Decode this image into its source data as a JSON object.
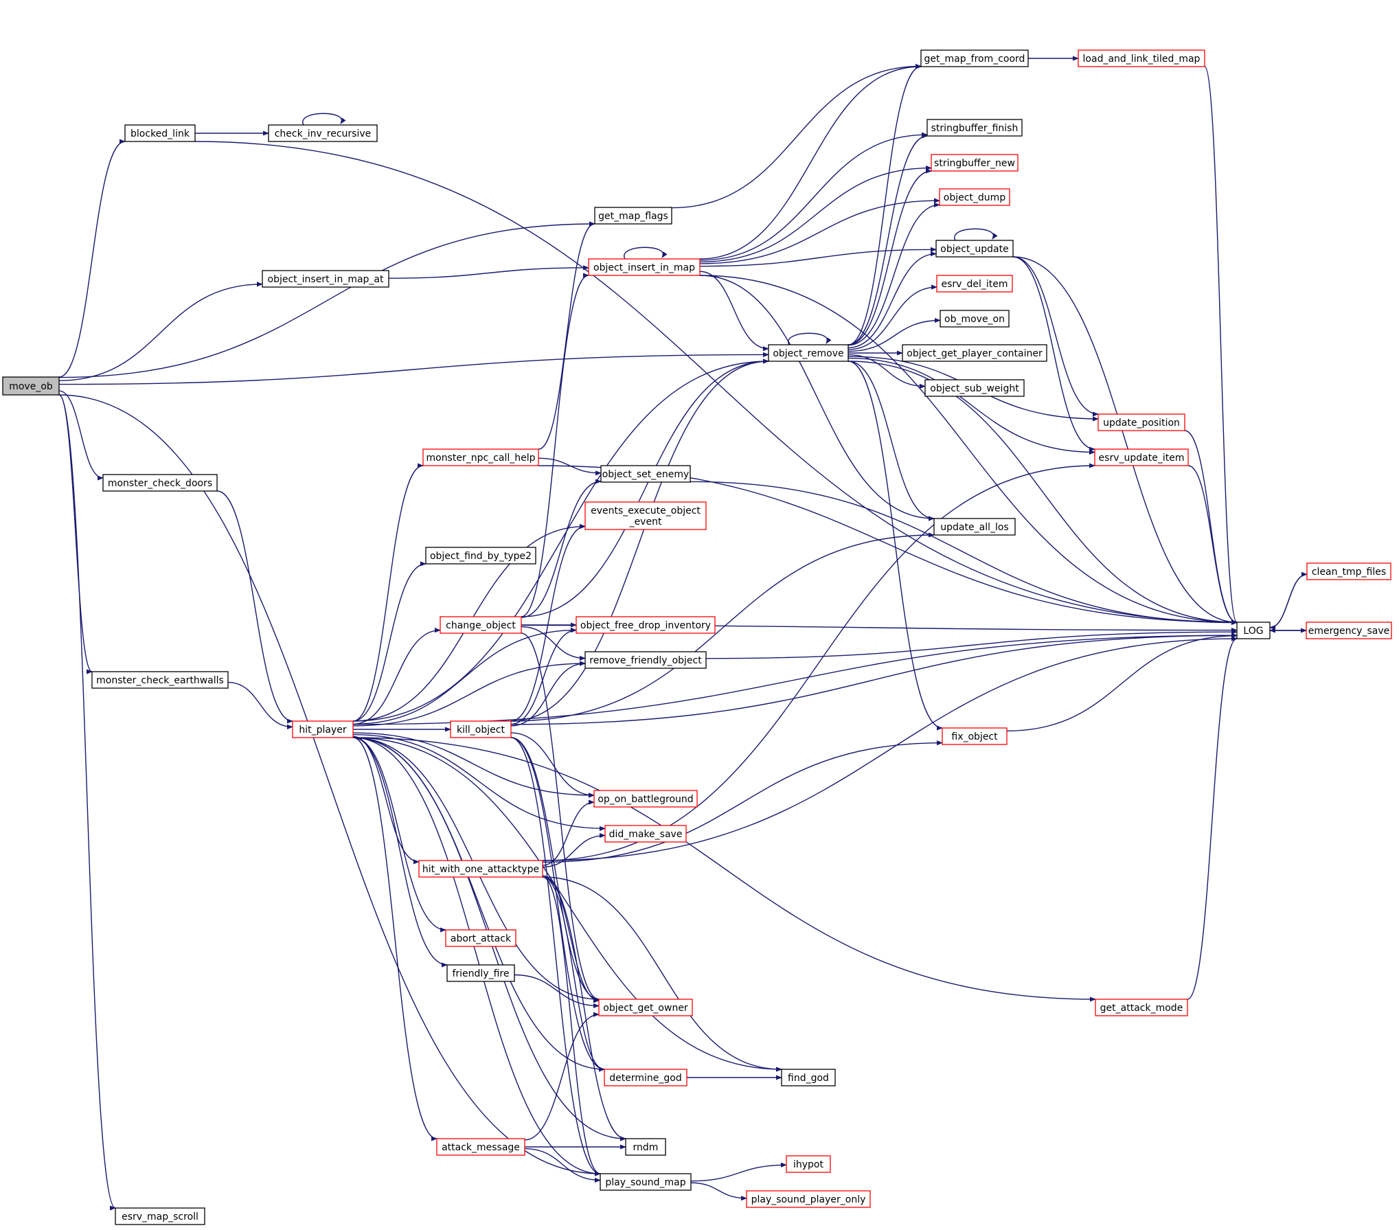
{
  "colors": {
    "edge": "#191970",
    "node_border_default": "#000000",
    "node_border_red": "#ff0000",
    "root_fill": "#bfbfbf",
    "node_fill": "#ffffff"
  },
  "nodes": [
    {
      "id": "move_ob",
      "label": "move_ob",
      "border": "black",
      "fill": "gray"
    },
    {
      "id": "blocked_link",
      "label": "blocked_link",
      "border": "black"
    },
    {
      "id": "check_inv_recursive",
      "label": "check_inv_recursive",
      "border": "black"
    },
    {
      "id": "get_map_flags",
      "label": "get_map_flags",
      "border": "black"
    },
    {
      "id": "object_insert_in_map_at",
      "label": "object_insert_in_map_at",
      "border": "black"
    },
    {
      "id": "object_insert_in_map",
      "label": "object_insert_in_map",
      "border": "red"
    },
    {
      "id": "get_map_from_coord",
      "label": "get_map_from_coord",
      "border": "black"
    },
    {
      "id": "load_and_link_tiled_map",
      "label": "load_and_link_tiled_map",
      "border": "red"
    },
    {
      "id": "stringbuffer_finish",
      "label": "stringbuffer_finish",
      "border": "black"
    },
    {
      "id": "stringbuffer_new",
      "label": "stringbuffer_new",
      "border": "red"
    },
    {
      "id": "object_dump",
      "label": "object_dump",
      "border": "red"
    },
    {
      "id": "object_update",
      "label": "object_update",
      "border": "black"
    },
    {
      "id": "esrv_del_item",
      "label": "esrv_del_item",
      "border": "red"
    },
    {
      "id": "ob_move_on",
      "label": "ob_move_on",
      "border": "black"
    },
    {
      "id": "object_remove",
      "label": "object_remove",
      "border": "black"
    },
    {
      "id": "object_get_player_container",
      "label": "object_get_player_container",
      "border": "black"
    },
    {
      "id": "object_sub_weight",
      "label": "object_sub_weight",
      "border": "black"
    },
    {
      "id": "update_position",
      "label": "update_position",
      "border": "red"
    },
    {
      "id": "esrv_update_item",
      "label": "esrv_update_item",
      "border": "red"
    },
    {
      "id": "update_all_los",
      "label": "update_all_los",
      "border": "black"
    },
    {
      "id": "monster_npc_call_help",
      "label": "monster_npc_call_help",
      "border": "red"
    },
    {
      "id": "object_set_enemy",
      "label": "object_set_enemy",
      "border": "black"
    },
    {
      "id": "events_execute_object_event",
      "label": "events_execute_object\n_event",
      "border": "red"
    },
    {
      "id": "monster_check_doors",
      "label": "monster_check_doors",
      "border": "black"
    },
    {
      "id": "object_find_by_type2",
      "label": "object_find_by_type2",
      "border": "black"
    },
    {
      "id": "change_object",
      "label": "change_object",
      "border": "red"
    },
    {
      "id": "object_free_drop_inventory",
      "label": "object_free_drop_inventory",
      "border": "red"
    },
    {
      "id": "remove_friendly_object",
      "label": "remove_friendly_object",
      "border": "black"
    },
    {
      "id": "monster_check_earthwalls",
      "label": "monster_check_earthwalls",
      "border": "black"
    },
    {
      "id": "hit_player",
      "label": "hit_player",
      "border": "red"
    },
    {
      "id": "kill_object",
      "label": "kill_object",
      "border": "red"
    },
    {
      "id": "fix_object",
      "label": "fix_object",
      "border": "red"
    },
    {
      "id": "LOG",
      "label": "LOG",
      "border": "black"
    },
    {
      "id": "clean_tmp_files",
      "label": "clean_tmp_files",
      "border": "red"
    },
    {
      "id": "emergency_save",
      "label": "emergency_save",
      "border": "red"
    },
    {
      "id": "op_on_battleground",
      "label": "op_on_battleground",
      "border": "red"
    },
    {
      "id": "did_make_save",
      "label": "did_make_save",
      "border": "red"
    },
    {
      "id": "hit_with_one_attacktype",
      "label": "hit_with_one_attacktype",
      "border": "red"
    },
    {
      "id": "abort_attack",
      "label": "abort_attack",
      "border": "red"
    },
    {
      "id": "friendly_fire",
      "label": "friendly_fire",
      "border": "black"
    },
    {
      "id": "object_get_owner",
      "label": "object_get_owner",
      "border": "red"
    },
    {
      "id": "get_attack_mode",
      "label": "get_attack_mode",
      "border": "red"
    },
    {
      "id": "determine_god",
      "label": "determine_god",
      "border": "red"
    },
    {
      "id": "find_god",
      "label": "find_god",
      "border": "black"
    },
    {
      "id": "attack_message",
      "label": "attack_message",
      "border": "red"
    },
    {
      "id": "rndm",
      "label": "rndm",
      "border": "black"
    },
    {
      "id": "ihypot",
      "label": "ihypot",
      "border": "red"
    },
    {
      "id": "play_sound_map",
      "label": "play_sound_map",
      "border": "black"
    },
    {
      "id": "play_sound_player_only",
      "label": "play_sound_player_only",
      "border": "red"
    },
    {
      "id": "esrv_map_scroll",
      "label": "esrv_map_scroll",
      "border": "black"
    }
  ],
  "edges": [
    [
      "move_ob",
      "blocked_link"
    ],
    [
      "move_ob",
      "get_map_flags"
    ],
    [
      "move_ob",
      "object_insert_in_map_at"
    ],
    [
      "move_ob",
      "object_remove"
    ],
    [
      "move_ob",
      "monster_check_doors"
    ],
    [
      "move_ob",
      "monster_check_earthwalls"
    ],
    [
      "move_ob",
      "play_sound_map"
    ],
    [
      "move_ob",
      "esrv_map_scroll"
    ],
    [
      "blocked_link",
      "check_inv_recursive"
    ],
    [
      "blocked_link",
      "LOG"
    ],
    [
      "check_inv_recursive",
      "check_inv_recursive"
    ],
    [
      "get_map_flags",
      "get_map_from_coord"
    ],
    [
      "object_insert_in_map_at",
      "object_insert_in_map"
    ],
    [
      "object_insert_in_map",
      "object_insert_in_map"
    ],
    [
      "object_insert_in_map",
      "get_map_from_coord"
    ],
    [
      "object_insert_in_map",
      "LOG"
    ],
    [
      "object_insert_in_map",
      "stringbuffer_finish"
    ],
    [
      "object_insert_in_map",
      "stringbuffer_new"
    ],
    [
      "object_insert_in_map",
      "object_dump"
    ],
    [
      "object_insert_in_map",
      "object_update"
    ],
    [
      "object_insert_in_map",
      "object_remove"
    ],
    [
      "object_insert_in_map",
      "update_all_los"
    ],
    [
      "get_map_from_coord",
      "load_and_link_tiled_map"
    ],
    [
      "load_and_link_tiled_map",
      "LOG"
    ],
    [
      "object_update",
      "object_update"
    ],
    [
      "object_update",
      "LOG"
    ],
    [
      "object_update",
      "update_position"
    ],
    [
      "object_update",
      "esrv_update_item"
    ],
    [
      "object_remove",
      "object_remove"
    ],
    [
      "object_remove",
      "get_map_from_coord"
    ],
    [
      "object_remove",
      "stringbuffer_finish"
    ],
    [
      "object_remove",
      "stringbuffer_new"
    ],
    [
      "object_remove",
      "object_dump"
    ],
    [
      "object_remove",
      "object_update"
    ],
    [
      "object_remove",
      "esrv_del_item"
    ],
    [
      "object_remove",
      "ob_move_on"
    ],
    [
      "object_remove",
      "object_get_player_container"
    ],
    [
      "object_remove",
      "object_sub_weight"
    ],
    [
      "object_remove",
      "update_position"
    ],
    [
      "object_remove",
      "esrv_update_item"
    ],
    [
      "object_remove",
      "update_all_los"
    ],
    [
      "object_remove",
      "LOG"
    ],
    [
      "object_remove",
      "fix_object"
    ],
    [
      "update_position",
      "LOG"
    ],
    [
      "esrv_update_item",
      "LOG"
    ],
    [
      "monster_check_doors",
      "hit_player"
    ],
    [
      "monster_check_earthwalls",
      "hit_player"
    ],
    [
      "monster_npc_call_help",
      "get_map_flags"
    ],
    [
      "monster_npc_call_help",
      "object_set_enemy"
    ],
    [
      "monster_npc_call_help",
      "LOG"
    ],
    [
      "object_set_enemy",
      "LOG"
    ],
    [
      "hit_player",
      "object_remove"
    ],
    [
      "hit_player",
      "monster_npc_call_help"
    ],
    [
      "hit_player",
      "events_execute_object_event"
    ],
    [
      "hit_player",
      "object_find_by_type2"
    ],
    [
      "hit_player",
      "change_object"
    ],
    [
      "hit_player",
      "object_free_drop_inventory"
    ],
    [
      "hit_player",
      "remove_friendly_object"
    ],
    [
      "hit_player",
      "kill_object"
    ],
    [
      "hit_player",
      "op_on_battleground"
    ],
    [
      "hit_player",
      "did_make_save"
    ],
    [
      "hit_player",
      "hit_with_one_attacktype"
    ],
    [
      "hit_player",
      "abort_attack"
    ],
    [
      "hit_player",
      "friendly_fire"
    ],
    [
      "hit_player",
      "object_get_owner"
    ],
    [
      "hit_player",
      "determine_god"
    ],
    [
      "hit_player",
      "find_god"
    ],
    [
      "hit_player",
      "attack_message"
    ],
    [
      "hit_player",
      "rndm"
    ],
    [
      "hit_player",
      "play_sound_map"
    ],
    [
      "hit_player",
      "LOG"
    ],
    [
      "hit_player",
      "get_attack_mode"
    ],
    [
      "change_object",
      "object_insert_in_map"
    ],
    [
      "change_object",
      "object_remove"
    ],
    [
      "change_object",
      "object_free_drop_inventory"
    ],
    [
      "change_object",
      "remove_friendly_object"
    ],
    [
      "change_object",
      "LOG"
    ],
    [
      "change_object",
      "object_get_owner"
    ],
    [
      "change_object",
      "object_set_enemy"
    ],
    [
      "remove_friendly_object",
      "LOG"
    ],
    [
      "kill_object",
      "events_execute_object_event"
    ],
    [
      "kill_object",
      "object_free_drop_inventory"
    ],
    [
      "kill_object",
      "remove_friendly_object"
    ],
    [
      "kill_object",
      "object_remove"
    ],
    [
      "kill_object",
      "update_all_los"
    ],
    [
      "kill_object",
      "op_on_battleground"
    ],
    [
      "kill_object",
      "LOG"
    ],
    [
      "kill_object",
      "object_get_owner"
    ],
    [
      "kill_object",
      "determine_god"
    ],
    [
      "kill_object",
      "play_sound_map"
    ],
    [
      "hit_with_one_attacktype",
      "op_on_battleground"
    ],
    [
      "hit_with_one_attacktype",
      "did_make_save"
    ],
    [
      "hit_with_one_attacktype",
      "esrv_update_item"
    ],
    [
      "hit_with_one_attacktype",
      "fix_object"
    ],
    [
      "hit_with_one_attacktype",
      "LOG"
    ],
    [
      "hit_with_one_attacktype",
      "object_get_owner"
    ],
    [
      "hit_with_one_attacktype",
      "find_god"
    ],
    [
      "hit_with_one_attacktype",
      "determine_god"
    ],
    [
      "hit_with_one_attacktype",
      "rndm"
    ],
    [
      "hit_with_one_attacktype",
      "play_sound_map"
    ],
    [
      "friendly_fire",
      "object_get_owner"
    ],
    [
      "fix_object",
      "LOG"
    ],
    [
      "get_attack_mode",
      "LOG"
    ],
    [
      "determine_god",
      "find_god"
    ],
    [
      "attack_message",
      "object_get_owner"
    ],
    [
      "attack_message",
      "rndm"
    ],
    [
      "attack_message",
      "play_sound_map"
    ],
    [
      "play_sound_map",
      "ihypot"
    ],
    [
      "play_sound_map",
      "play_sound_player_only"
    ],
    [
      "LOG",
      "clean_tmp_files"
    ],
    [
      "LOG",
      "emergency_save"
    ],
    [
      "clean_tmp_files",
      "LOG"
    ],
    [
      "emergency_save",
      "LOG"
    ]
  ]
}
